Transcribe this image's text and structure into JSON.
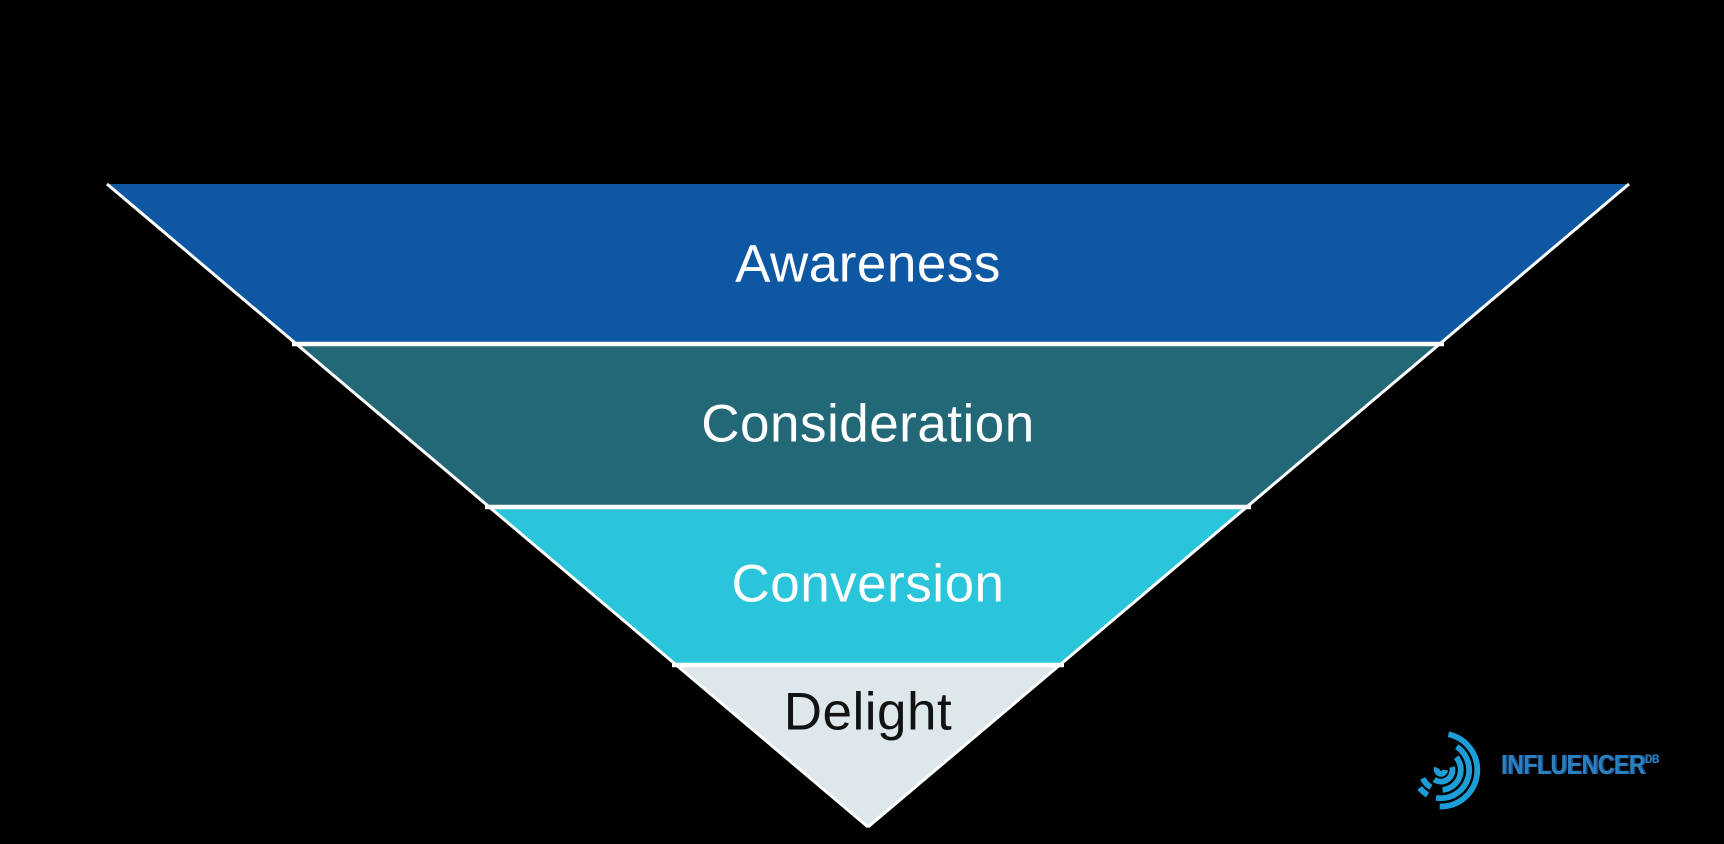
{
  "background_color": "#000000",
  "funnel": {
    "type": "funnel",
    "separator_color": "#FFFFFF",
    "stages": [
      {
        "label": "Awareness",
        "color": "#0D57A3",
        "text_color": "#FFFFFF"
      },
      {
        "label": "Consideration",
        "color": "#226877",
        "text_color": "#FFFFFF"
      },
      {
        "label": "Conversion",
        "color": "#2AC4DB",
        "text_color": "#FFFFFF"
      },
      {
        "label": "Delight",
        "color": "#DDE7EC",
        "text_color": "#121212"
      }
    ]
  },
  "logo": {
    "wordmark": "INFLUENCER",
    "superscript": "DB",
    "icon": "concentric-arcs-icon",
    "icon_color": "#1E9ED6",
    "text_color": "#2E7FBE",
    "text_shadow_color": "#164E8C"
  }
}
